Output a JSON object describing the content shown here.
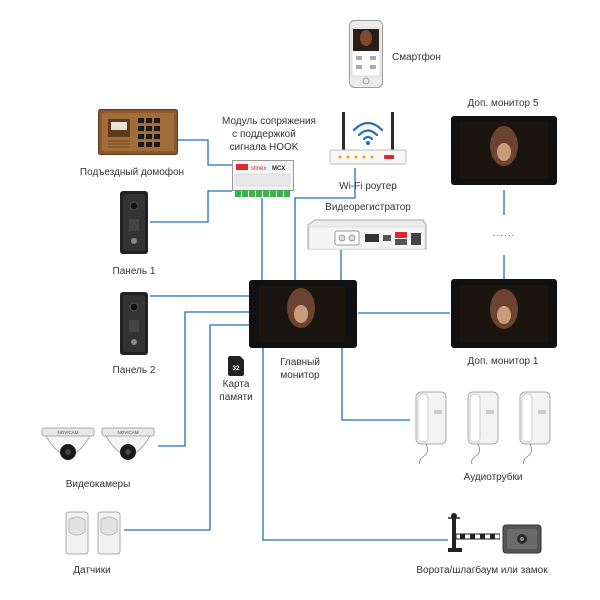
{
  "labels": {
    "smartphone": "Смартфон",
    "module_line1": "Модуль сопряжения",
    "module_line2": "с поддержкой",
    "module_line3": "сигнала HOOK",
    "entrance_intercom": "Подъездный домофон",
    "wifi_router": "Wi-Fi роутер",
    "dvr": "Видеорегистратор",
    "extra_monitor_5": "Доп. монитор 5",
    "panel_1": "Панель 1",
    "panel_2": "Панель 2",
    "main_monitor_line1": "Главный",
    "main_monitor_line2": "монитор",
    "extra_monitor_1": "Доп. монитор 1",
    "memory_card_line1": "Карта",
    "memory_card_line2": "памяти",
    "handsets": "Аудиотрубки",
    "cameras": "Видеокамеры",
    "sensors": "Датчики",
    "gate": "Ворота/шлагбаум или замок",
    "ellipsis": "......"
  },
  "device_marks": {
    "module_brand": "slinex",
    "module_model": "MCX",
    "sd_capacity": "32",
    "camera_brand": "NOVICAM"
  },
  "colors": {
    "wire": "#1f6fb5",
    "screen": "#111111",
    "intercom_panel": "#8a5a2e",
    "router_led_red": "#e0262e",
    "router_led_orange": "#f5a21b"
  }
}
